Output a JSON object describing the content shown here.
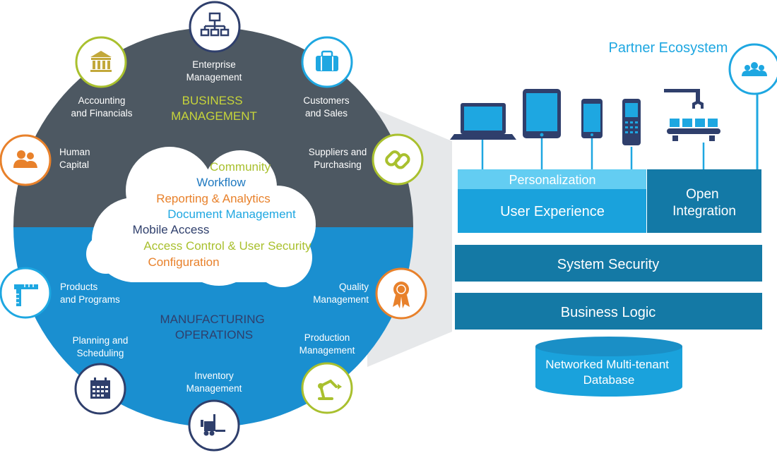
{
  "colors": {
    "dark_gray": "#4d5862",
    "blue": "#1a8fd0",
    "mid_blue": "#1a97d4",
    "dark_blue": "#1379a6",
    "light_blue": "#5bc8f0",
    "navy": "#2f3f6c",
    "orange": "#e8812b",
    "green": "#a9c02e",
    "cyan": "#1ea7e1"
  },
  "wheel": {
    "top_title": [
      "BUSINESS",
      "MANAGEMENT"
    ],
    "bottom_title": [
      "MANUFACTURING",
      "OPERATIONS"
    ],
    "modules": [
      {
        "lines": [
          "Enterprise",
          "Management"
        ],
        "icon": "org-chart-icon"
      },
      {
        "lines": [
          "Customers",
          "and Sales"
        ],
        "icon": "briefcase-icon"
      },
      {
        "lines": [
          "Suppliers and",
          "Purchasing"
        ],
        "icon": "chain-link-icon"
      },
      {
        "lines": [
          "Accounting",
          "and Financials"
        ],
        "icon": "bank-icon"
      },
      {
        "lines": [
          "Human",
          "Capital"
        ],
        "icon": "people-icon"
      },
      {
        "lines": [
          "Products",
          "and Programs"
        ],
        "icon": "ruler-icon"
      },
      {
        "lines": [
          "Quality",
          "Management"
        ],
        "icon": "award-ribbon-icon"
      },
      {
        "lines": [
          "Planning and",
          "Scheduling"
        ],
        "icon": "calendar-icon"
      },
      {
        "lines": [
          "Production",
          "Management"
        ],
        "icon": "robot-arm-icon"
      },
      {
        "lines": [
          "Inventory",
          "Management"
        ],
        "icon": "forklift-icon"
      }
    ]
  },
  "cloud": {
    "items": [
      {
        "text": "Community",
        "color": "#a9c02e"
      },
      {
        "text": "Workflow",
        "color": "#1f79c0"
      },
      {
        "text": "Reporting & Analytics",
        "color": "#e8812b"
      },
      {
        "text": "Document Management",
        "color": "#1ea7e1"
      },
      {
        "text": "Mobile Access",
        "color": "#2f3f6c"
      },
      {
        "text": "Access Control & User Security",
        "color": "#a9c02e"
      },
      {
        "text": "Configuration",
        "color": "#e8812b"
      }
    ]
  },
  "stack": {
    "partner": "Partner Ecosystem",
    "personalization": "Personalization",
    "user_experience": "User Experience",
    "open_integration": [
      "Open",
      "Integration"
    ],
    "system_security": "System Security",
    "business_logic": "Business Logic",
    "database": [
      "Networked Multi-tenant",
      "Database"
    ],
    "devices": [
      "laptop-icon",
      "tablet-icon",
      "phone-icon",
      "scanner-icon",
      "conveyor-robot-icon"
    ]
  }
}
